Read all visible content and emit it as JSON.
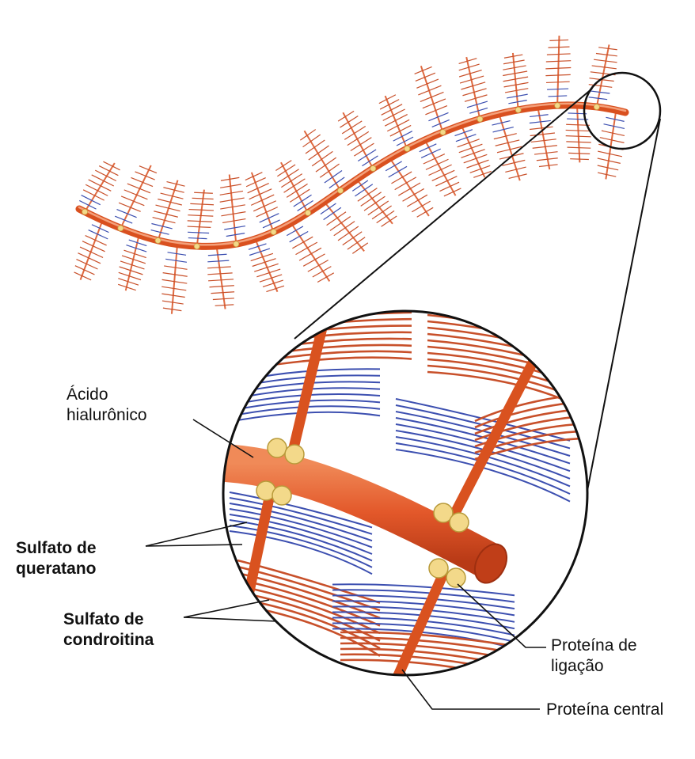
{
  "labels": {
    "acido_hialuronico": [
      "Ácido",
      "hialurônico"
    ],
    "sulfato_de_queratano": [
      "Sulfato de",
      "queratano"
    ],
    "sulfato_de_condroitina": [
      "Sulfato de",
      "condroitina"
    ],
    "proteina_de_ligacao": [
      "Proteína de",
      "ligação"
    ],
    "proteina_central": [
      "Proteína central"
    ]
  },
  "colors": {
    "hyaluronic_acid": "#e3582a",
    "core_protein": "#e06a40",
    "chondroitin_sulfate": "#c8502a",
    "keratan_sulfate": "#3c4fb0",
    "link_protein": "#f3d98a",
    "outline": "#111111"
  }
}
